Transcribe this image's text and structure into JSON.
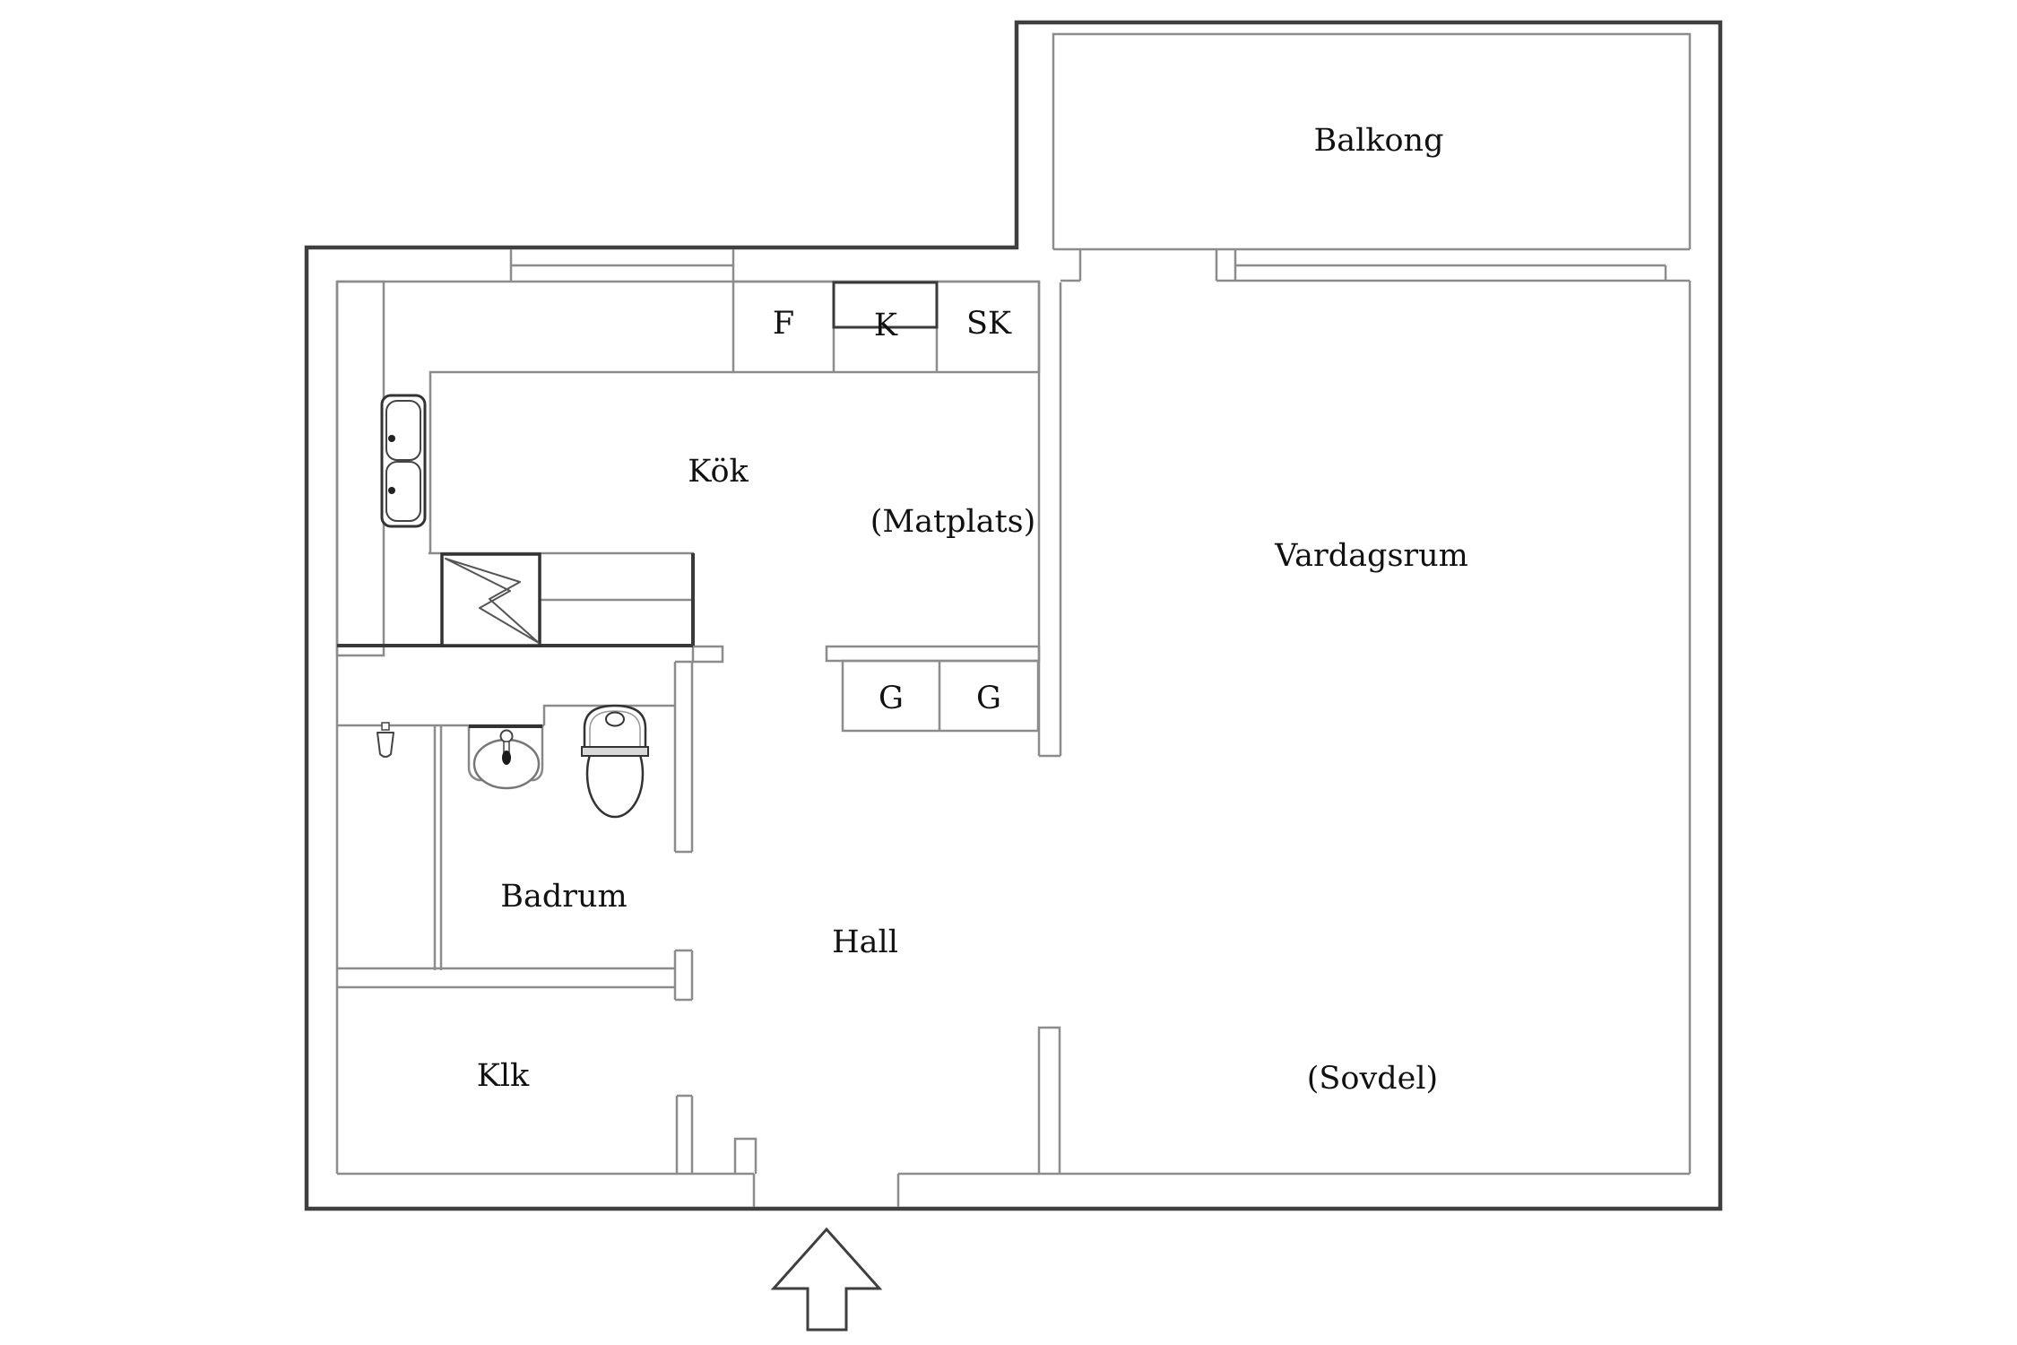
{
  "title": "Apartment floor plan",
  "rooms": {
    "balkong": {
      "label": "Balkong"
    },
    "kok": {
      "label": "Kök"
    },
    "matplats": {
      "label": "(Matplats)"
    },
    "vardagsrum": {
      "label": "Vardagsrum"
    },
    "badrum": {
      "label": "Badrum"
    },
    "hall": {
      "label": "Hall"
    },
    "klk": {
      "label": "Klk"
    },
    "sovdel": {
      "label": "(Sovdel)"
    }
  },
  "cabinets": {
    "f_unit": {
      "label": "F"
    },
    "k_unit": {
      "label": "K"
    },
    "sk_unit": {
      "label": "SK"
    },
    "wardrobe1": {
      "label": "G"
    },
    "wardrobe2": {
      "label": "G"
    }
  },
  "icons": {
    "stove": "lightning-bolt-in-square",
    "kitchen_sink": "double-bowl-sink",
    "bathroom_basin": "wash-basin-with-faucet",
    "toilet": "toilet-top-view",
    "shower": "shower-head",
    "entrance": "up-arrow"
  },
  "colors": {
    "background": "#ffffff",
    "outer_wall": "#3f3f3f",
    "inner_wall": "#8c8c8c",
    "fixture_dark": "#333333",
    "text": "#111111"
  }
}
